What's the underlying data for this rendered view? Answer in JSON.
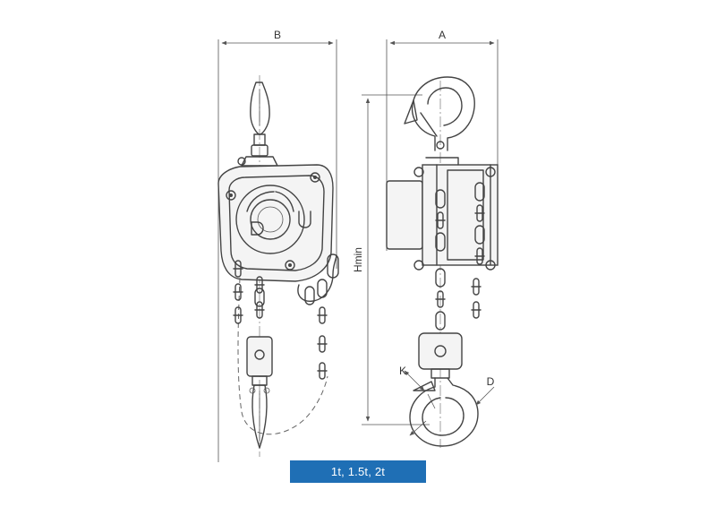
{
  "dimensions": {
    "B": "B",
    "A": "A",
    "Hmin": "Hmin",
    "K": "K",
    "D": "D"
  },
  "caption": "1t, 1.5t, 2t",
  "colors": {
    "caption_bg": "#1f6fb5",
    "caption_text": "#ffffff",
    "line": "#444444"
  }
}
